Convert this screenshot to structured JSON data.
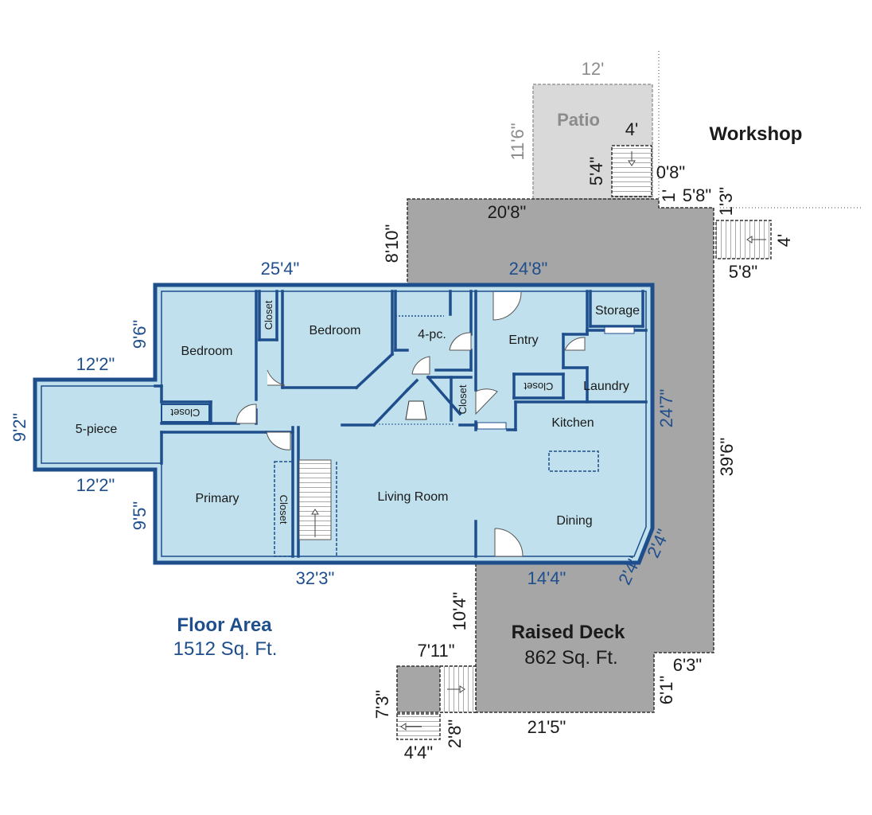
{
  "labels": {
    "floor_area_title": "Floor Area",
    "floor_area_value": "1512 Sq. Ft.",
    "deck_title": "Raised Deck",
    "deck_value": "862 Sq. Ft.",
    "patio": "Patio",
    "workshop": "Workshop"
  },
  "rooms": {
    "bedroom_nw": "Bedroom",
    "bedroom_n": "Bedroom",
    "bath4": "4-pc.",
    "entry": "Entry",
    "storage": "Storage",
    "laundry": "Laundry",
    "kitchen": "Kitchen",
    "dining": "Dining",
    "living": "Living Room",
    "primary": "Primary",
    "bath5": "5-piece",
    "closet": "Closet"
  },
  "dimensions": {
    "top_left": "25'4\"",
    "top_right": "24'8\"",
    "bedroom_h": "9'6\"",
    "wing_top": "12'2\"",
    "wing_bottom": "12'2\"",
    "wing_h": "9'2\"",
    "primary_h": "9'5\"",
    "bottom_left": "32'3\"",
    "bottom_right": "14'4\"",
    "chamfer_a": "2'4\"",
    "chamfer_b": "2'4\"",
    "right_side": "24'7\"",
    "deck_top": "20'8\"",
    "deck_left_up": "8'10\"",
    "deck_right": "39'6\"",
    "deck_step_w": "5'8\"",
    "deck_step_h": "1'3\"",
    "deck_notch": "1'",
    "stair_right_w": "4'",
    "stair_right_l": "5'8\"",
    "patio_w": "12'",
    "patio_h": "11'6\"",
    "patio_stair_w": "4'",
    "patio_stair_h": "5'4\"",
    "patio_gap": "0'8\"",
    "deck_lower_left": "10'4\"",
    "landing_w": "7'11\"",
    "landing_h": "7'3\"",
    "small_stair_w": "4'4\"",
    "small_stair_h": "2'8\"",
    "deck_bottom": "21'5\"",
    "deck_br_w": "6'3\"",
    "deck_br_h": "6'1\""
  }
}
